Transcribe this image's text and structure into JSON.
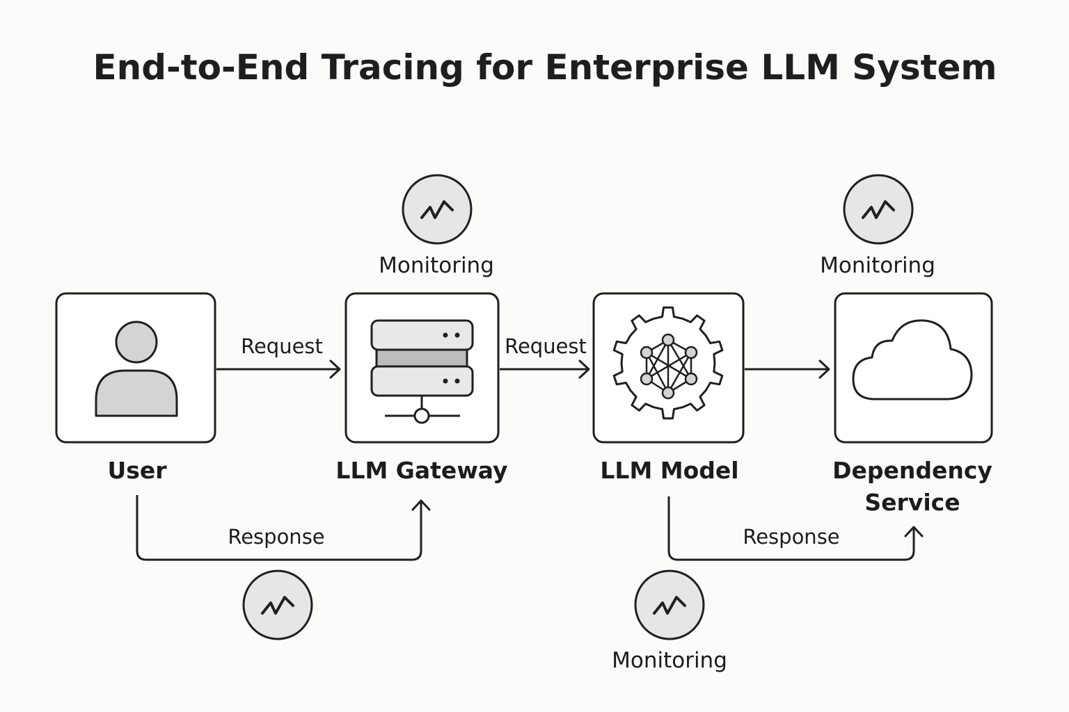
{
  "title": "End-to-End Tracing for Enterprise LLM System",
  "nodes": [
    {
      "id": "user",
      "label": "User",
      "icon": "user-icon"
    },
    {
      "id": "gateway",
      "label": "LLM Gateway",
      "icon": "server-icon"
    },
    {
      "id": "model",
      "label": "LLM Model",
      "icon": "neural-gear-icon"
    },
    {
      "id": "dependency",
      "label": "Dependency Service",
      "icon": "cloud-icon"
    }
  ],
  "edges": [
    {
      "from": "user",
      "to": "gateway",
      "label": "Request"
    },
    {
      "from": "gateway",
      "to": "model",
      "label": "Request"
    },
    {
      "from": "model",
      "to": "dependency",
      "label": ""
    },
    {
      "from": "user",
      "to": "gateway",
      "label": "Response"
    },
    {
      "from": "model",
      "to": "dependency",
      "label": "Response"
    }
  ],
  "monitors": [
    {
      "id": "gateway",
      "label": "Monitoring",
      "icon": "pulse-icon"
    },
    {
      "id": "dependency",
      "label": "Monitoring",
      "icon": "pulse-icon"
    },
    {
      "id": "user-response",
      "label": "",
      "icon": "pulse-icon"
    },
    {
      "id": "model-response",
      "label": "Monitoring",
      "icon": "pulse-icon"
    }
  ],
  "colors": {
    "stroke": "#1f1f1f",
    "fill_light": "#d4d4d4",
    "monitor_fill": "#e6e6e6",
    "background": "#fbfbfa"
  }
}
